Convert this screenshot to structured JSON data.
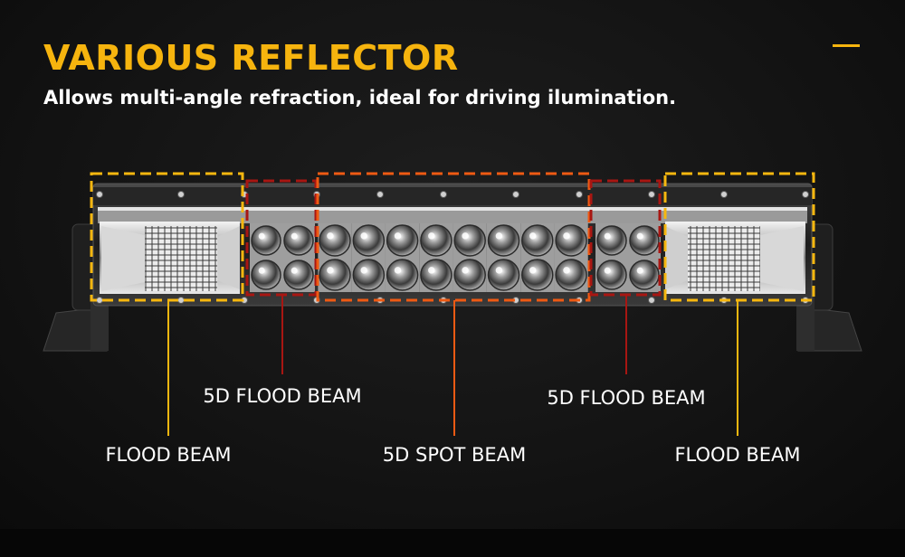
{
  "title": "VARIOUS REFLECTOR",
  "subtitle": "Allows multi-angle refraction, ideal for driving ilumination.",
  "colors": {
    "title": "#f6b40e",
    "text": "#ffffff",
    "flood_yellow": "#f7b70f",
    "flood_dark_red": "#a81612",
    "spot_orange": "#ef5a13",
    "bar_metal": "#2b2b2b",
    "led_white": "#e6e6e6"
  },
  "icons": [
    "accent-dash",
    "led-light-bar"
  ],
  "labels": {
    "flood_left": "FLOOD BEAM",
    "flood_5d_left": "5D FLOOD BEAM",
    "spot_5d": "5D SPOT BEAM",
    "flood_5d_right": "5D FLOOD BEAM",
    "flood_right": "FLOOD BEAM"
  }
}
